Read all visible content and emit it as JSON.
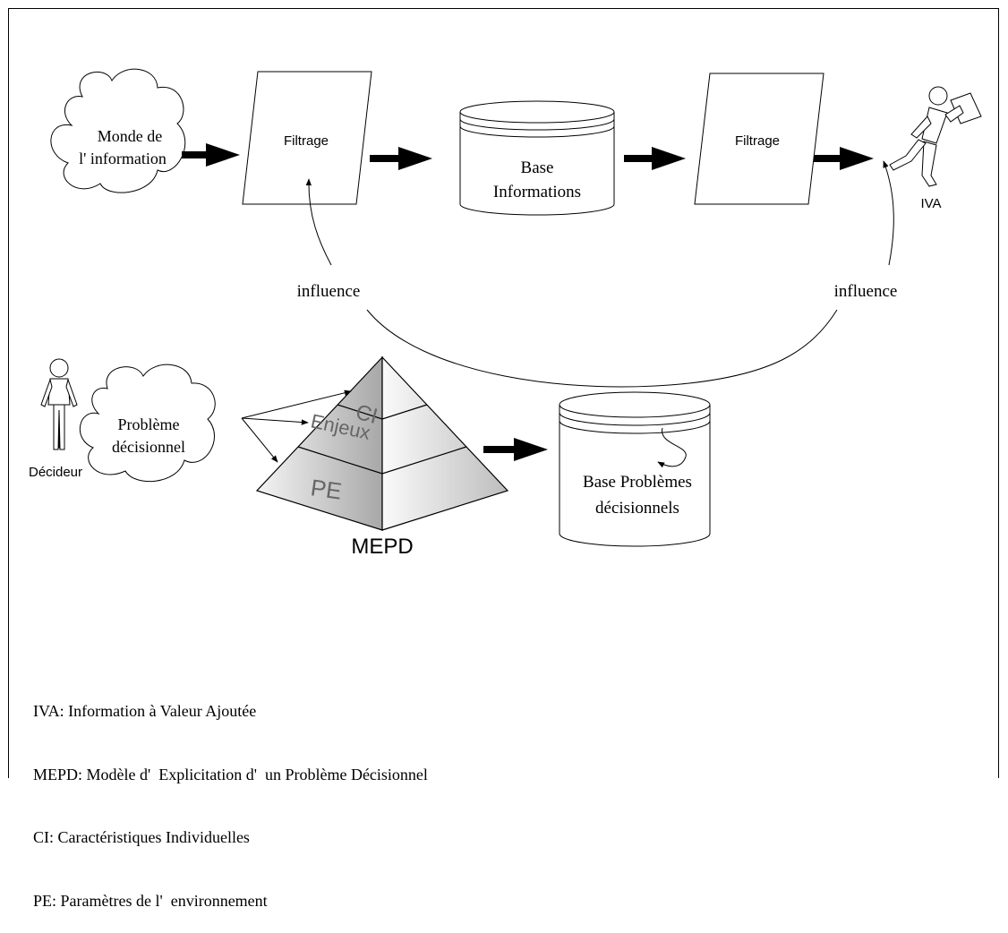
{
  "nodes": {
    "monde_line1": "Monde de",
    "monde_line2": "l'  information",
    "filtrage1": "Filtrage",
    "base_info_line1": "Base",
    "base_info_line2": "Informations",
    "filtrage2": "Filtrage",
    "iva_label": "IVA",
    "influence_left": "influence",
    "influence_right": "influence",
    "probleme_line1": "Problème",
    "probleme_line2": "décisionnel",
    "decideur_label": "Décideur",
    "pyramid_ci": "CI",
    "pyramid_enjeux": "Enjeux",
    "pyramid_pe": "PE",
    "mepd_label": "MEPD",
    "base_prob_line1": "Base Problèmes",
    "base_prob_line2": "décisionnels"
  },
  "legend": [
    "IVA: Information à Valeur Ajoutée",
    "MEPD: Modèle d'  Explicitation d'  un Problème Décisionnel",
    "CI: Caractéristiques Individuelles",
    "PE: Paramètres de l'  environnement"
  ],
  "colors": {
    "line": "#000000",
    "pyramid_dark": "#9a9a9a",
    "pyramid_light": "#f2f2f2"
  },
  "icons": [
    "cloud-icon",
    "filter-parallelogram-icon",
    "database-cylinder-icon",
    "running-person-icon",
    "standing-person-icon",
    "pyramid-icon",
    "arrow-icon"
  ]
}
